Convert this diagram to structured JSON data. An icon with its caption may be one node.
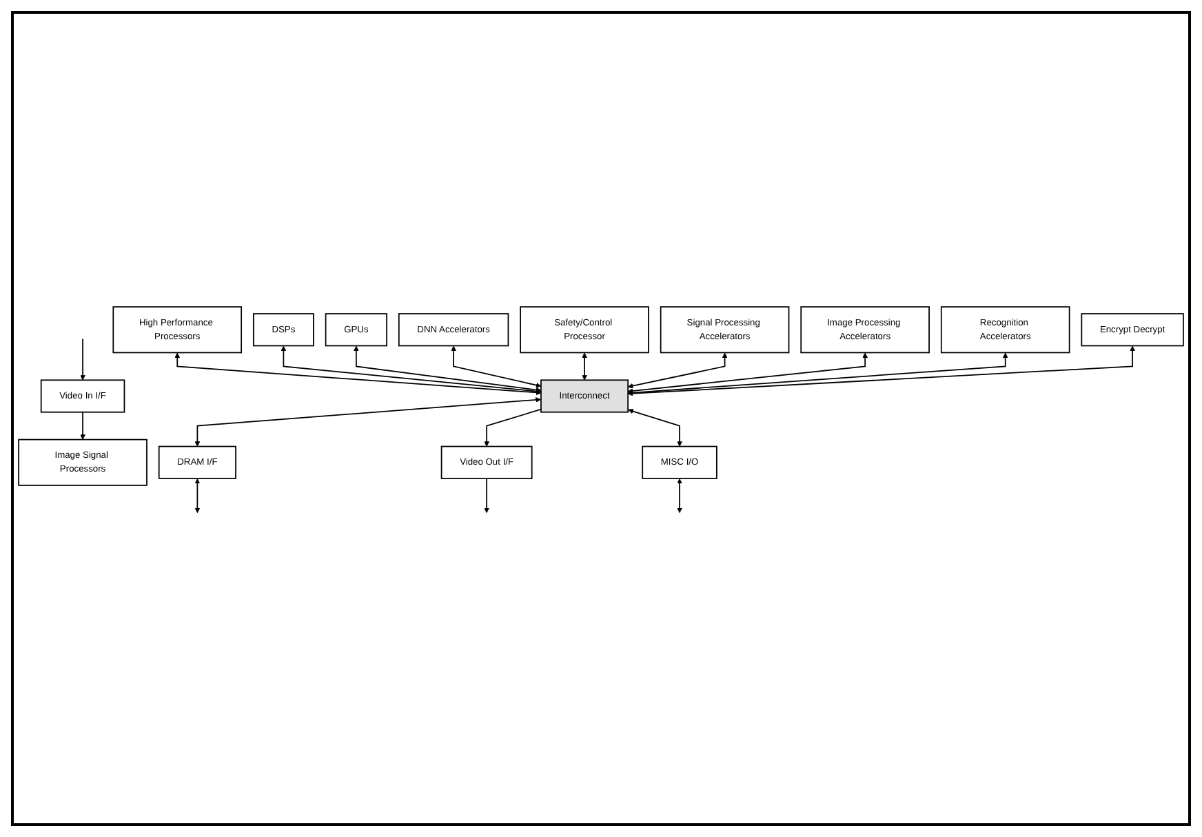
{
  "diagram": {
    "nodes": [
      {
        "text": [
          "High Performance Processors"
        ]
      },
      {
        "text": [
          "DSPs"
        ]
      },
      {
        "text": [
          "GPUs"
        ]
      },
      {
        "text": [
          "DNN Accelerators"
        ]
      },
      {
        "text": [
          "Safety/Control Processor"
        ]
      },
      {
        "text": [
          "Signal Processing Accelerators"
        ]
      },
      {
        "text": [
          "Image Processing Accelerators"
        ]
      },
      {
        "text": [
          "Recognition Accelerators"
        ]
      },
      {
        "text": [
          "Encrypt Decrypt"
        ]
      },
      {
        "text": [
          "Interconnect"
        ]
      },
      {
        "text": [
          "DRAM I/F"
        ]
      },
      {
        "text": [
          "Image Signal Processors"
        ]
      },
      {
        "text": [
          "Video Out I/F"
        ]
      },
      {
        "text": [
          "MISC I/O"
        ]
      },
      {
        "text": [
          "Video In I/F"
        ]
      }
    ],
    "edges": [
      {
        "from": 0,
        "to": 9,
        "arrow": "both"
      },
      {
        "from": 1,
        "to": 9,
        "arrow": "both"
      },
      {
        "from": 2,
        "to": 9,
        "arrow": "both"
      },
      {
        "from": 3,
        "to": 9,
        "arrow": "both"
      },
      {
        "from": 4,
        "to": 9,
        "arrow": "both"
      },
      {
        "from": 5,
        "to": 9,
        "arrow": "both"
      },
      {
        "from": 6,
        "to": 9,
        "arrow": "both"
      },
      {
        "from": 7,
        "to": 9,
        "arrow": "both"
      },
      {
        "from": 8,
        "to": 9,
        "arrow": "both"
      },
      {
        "from": 9,
        "to": 10,
        "arrow": "both"
      },
      {
        "from": 9,
        "to": 12,
        "arrow": "to"
      },
      {
        "from": 9,
        "to": 13,
        "arrow": "both"
      },
      {
        "from": 14,
        "to": 11,
        "arrow": "to"
      },
      {
        "from": 10,
        "to": null,
        "arrow": "both"
      },
      {
        "from": null,
        "to": 14,
        "arrow": "to"
      },
      {
        "from": 12,
        "to": null,
        "arrow": "to"
      },
      {
        "from": 13,
        "to": null,
        "arrow": "both"
      }
    ]
  }
}
